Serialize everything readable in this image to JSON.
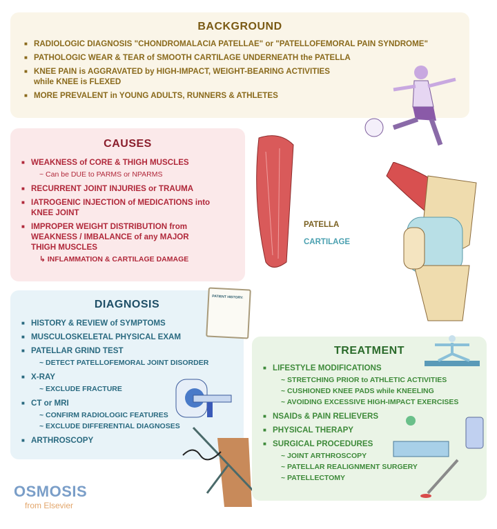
{
  "background": {
    "title": "BACKGROUND",
    "items": [
      "RADIOLOGIC DIAGNOSIS \"CHONDROMALACIA PATELLAE\" or \"PATELLOFEMORAL PAIN SYNDROME\"",
      "PATHOLOGIC WEAR & TEAR of SMOOTH CARTILAGE UNDERNEATH the PATELLA",
      "KNEE PAIN is AGGRAVATED by HIGH-IMPACT, WEIGHT-BEARING ACTIVITIES while KNEE is FLEXED",
      "MORE PREVALENT in YOUNG ADULTS, RUNNERS & ATHLETES"
    ]
  },
  "causes": {
    "title": "CAUSES",
    "items": [
      {
        "text": "WEAKNESS of CORE & THIGH MUSCLES",
        "sub": "~ Can be DUE to PARMS or NPARMS"
      },
      {
        "text": "RECURRENT JOINT INJURIES or TRAUMA"
      },
      {
        "text": "IATROGENIC INJECTION of MEDICATIONS into KNEE JOINT"
      },
      {
        "text": "IMPROPER WEIGHT DISTRIBUTION from WEAKNESS / IMBALANCE of any MAJOR THIGH MUSCLES",
        "sub": "↳ INFLAMMATION & CARTILAGE DAMAGE"
      }
    ]
  },
  "diagnosis": {
    "title": "DIAGNOSIS",
    "clipboard": "PATIENT HISTORY:",
    "items": [
      {
        "text": "HISTORY & REVIEW of SYMPTOMS"
      },
      {
        "text": "MUSCULOSKELETAL PHYSICAL EXAM"
      },
      {
        "text": "PATELLAR GRIND TEST",
        "sub": [
          "~ DETECT PATELLOFEMORAL JOINT DISORDER"
        ]
      },
      {
        "text": "X-RAY",
        "sub": [
          "~ EXCLUDE FRACTURE"
        ]
      },
      {
        "text": "CT or MRI",
        "sub": [
          "~ CONFIRM RADIOLOGIC FEATURES",
          "~ EXCLUDE DIFFERENTIAL DIAGNOSES"
        ]
      },
      {
        "text": "ARTHROSCOPY"
      }
    ]
  },
  "treatment": {
    "title": "TREATMENT",
    "items": [
      {
        "text": "LIFESTYLE MODIFICATIONS",
        "sub": [
          "~ STRETCHING PRIOR to ATHLETIC ACTIVITIES",
          "~ CUSHIONED KNEE PADS while KNEELING",
          "~ AVOIDING EXCESSIVE HIGH-IMPACT EXERCISES"
        ]
      },
      {
        "text": "NSAIDs & PAIN RELIEVERS"
      },
      {
        "text": "PHYSICAL THERAPY"
      },
      {
        "text": "SURGICAL PROCEDURES",
        "sub": [
          "~ JOINT ARTHROSCOPY",
          "~ PATELLAR REALIGNMENT SURGERY",
          "~ PATELLECTOMY"
        ]
      }
    ]
  },
  "knee_labels": {
    "patella": "PATELLA",
    "cartilage": "CARTILAGE"
  },
  "logo": {
    "name": "OSMOSIS",
    "sub": "from Elsevier"
  }
}
